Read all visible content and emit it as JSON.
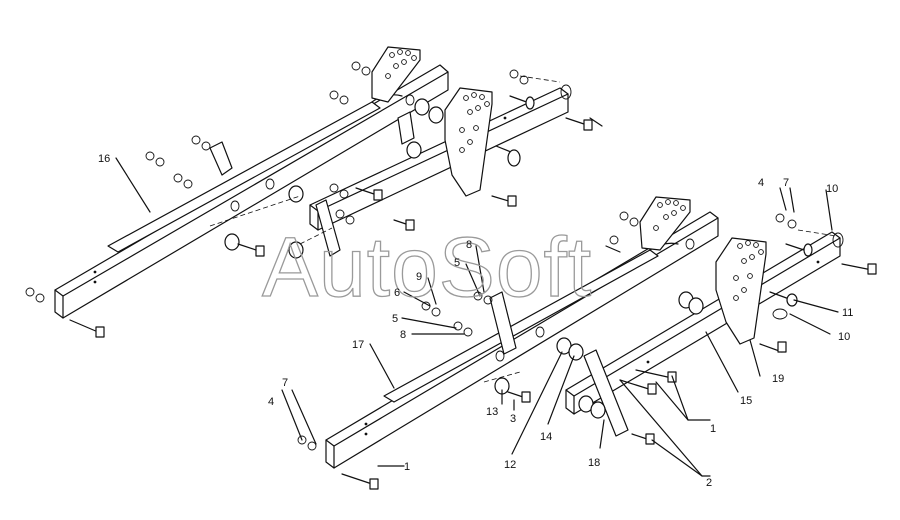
{
  "watermark": "AutoSoft",
  "callouts": [
    {
      "id": "1",
      "label": "1"
    },
    {
      "id": "1",
      "label": "1"
    },
    {
      "id": "2",
      "label": "2"
    },
    {
      "id": "3",
      "label": "3"
    },
    {
      "id": "4",
      "label": "4"
    },
    {
      "id": "4",
      "label": "4"
    },
    {
      "id": "5",
      "label": "5"
    },
    {
      "id": "5",
      "label": "5"
    },
    {
      "id": "6",
      "label": "6"
    },
    {
      "id": "7",
      "label": "7"
    },
    {
      "id": "7",
      "label": "7"
    },
    {
      "id": "8",
      "label": "8"
    },
    {
      "id": "8",
      "label": "8"
    },
    {
      "id": "9",
      "label": "9"
    },
    {
      "id": "10",
      "label": "10"
    },
    {
      "id": "10",
      "label": "10"
    },
    {
      "id": "11",
      "label": "11"
    },
    {
      "id": "12",
      "label": "12"
    },
    {
      "id": "13",
      "label": "13"
    },
    {
      "id": "14",
      "label": "14"
    },
    {
      "id": "15",
      "label": "15"
    },
    {
      "id": "16",
      "label": "16"
    },
    {
      "id": "17",
      "label": "17"
    },
    {
      "id": "18",
      "label": "18"
    },
    {
      "id": "19",
      "label": "19"
    }
  ]
}
